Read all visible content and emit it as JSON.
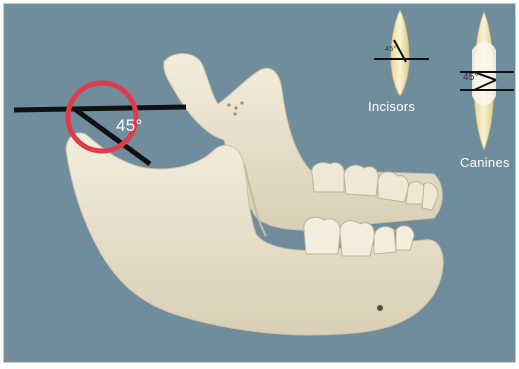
{
  "figure": {
    "main_angle": "45°",
    "incisors_angle": "45°",
    "canines_angle": "45°",
    "incisors_label": "Incisors",
    "canines_label": "Canines"
  },
  "colors": {
    "background": "#6f8d9c",
    "bone": "#ece4d0",
    "circle": "#e23a4a",
    "line": "#111111",
    "tooth": "#efe0a8"
  }
}
